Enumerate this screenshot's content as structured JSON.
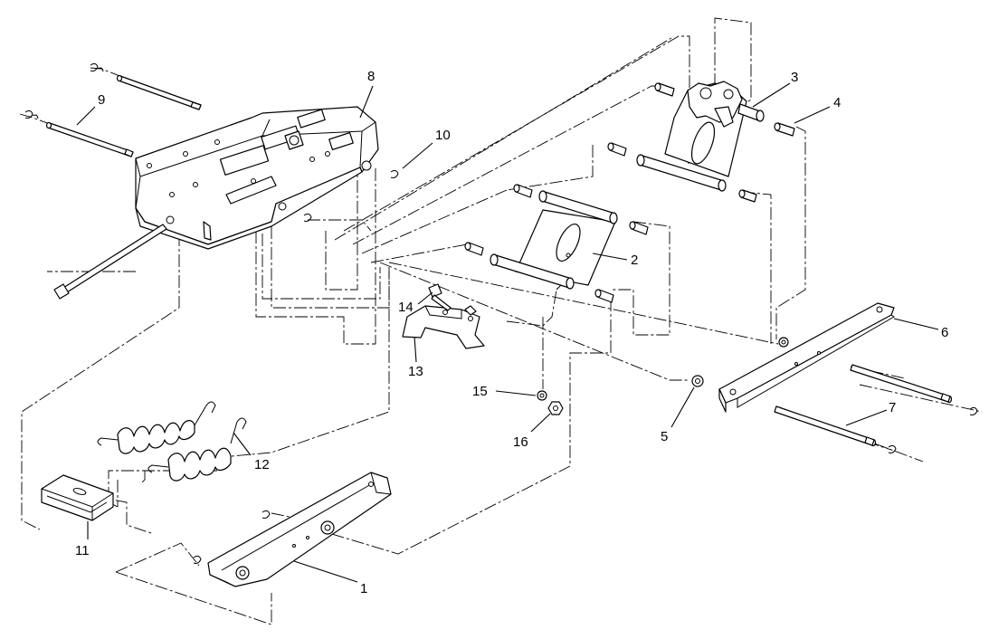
{
  "callouts": [
    {
      "id": "1",
      "label": "1"
    },
    {
      "id": "2",
      "label": "2"
    },
    {
      "id": "3",
      "label": "3"
    },
    {
      "id": "4",
      "label": "4"
    },
    {
      "id": "5",
      "label": "5"
    },
    {
      "id": "6",
      "label": "6"
    },
    {
      "id": "7",
      "label": "7"
    },
    {
      "id": "8",
      "label": "8"
    },
    {
      "id": "9",
      "label": "9"
    },
    {
      "id": "10",
      "label": "10"
    },
    {
      "id": "11",
      "label": "11"
    },
    {
      "id": "12",
      "label": "12"
    },
    {
      "id": "13",
      "label": "13"
    },
    {
      "id": "14",
      "label": "14"
    },
    {
      "id": "15",
      "label": "15"
    },
    {
      "id": "16",
      "label": "16"
    }
  ],
  "colors": {
    "ink": "#000000",
    "paper": "#ffffff"
  }
}
